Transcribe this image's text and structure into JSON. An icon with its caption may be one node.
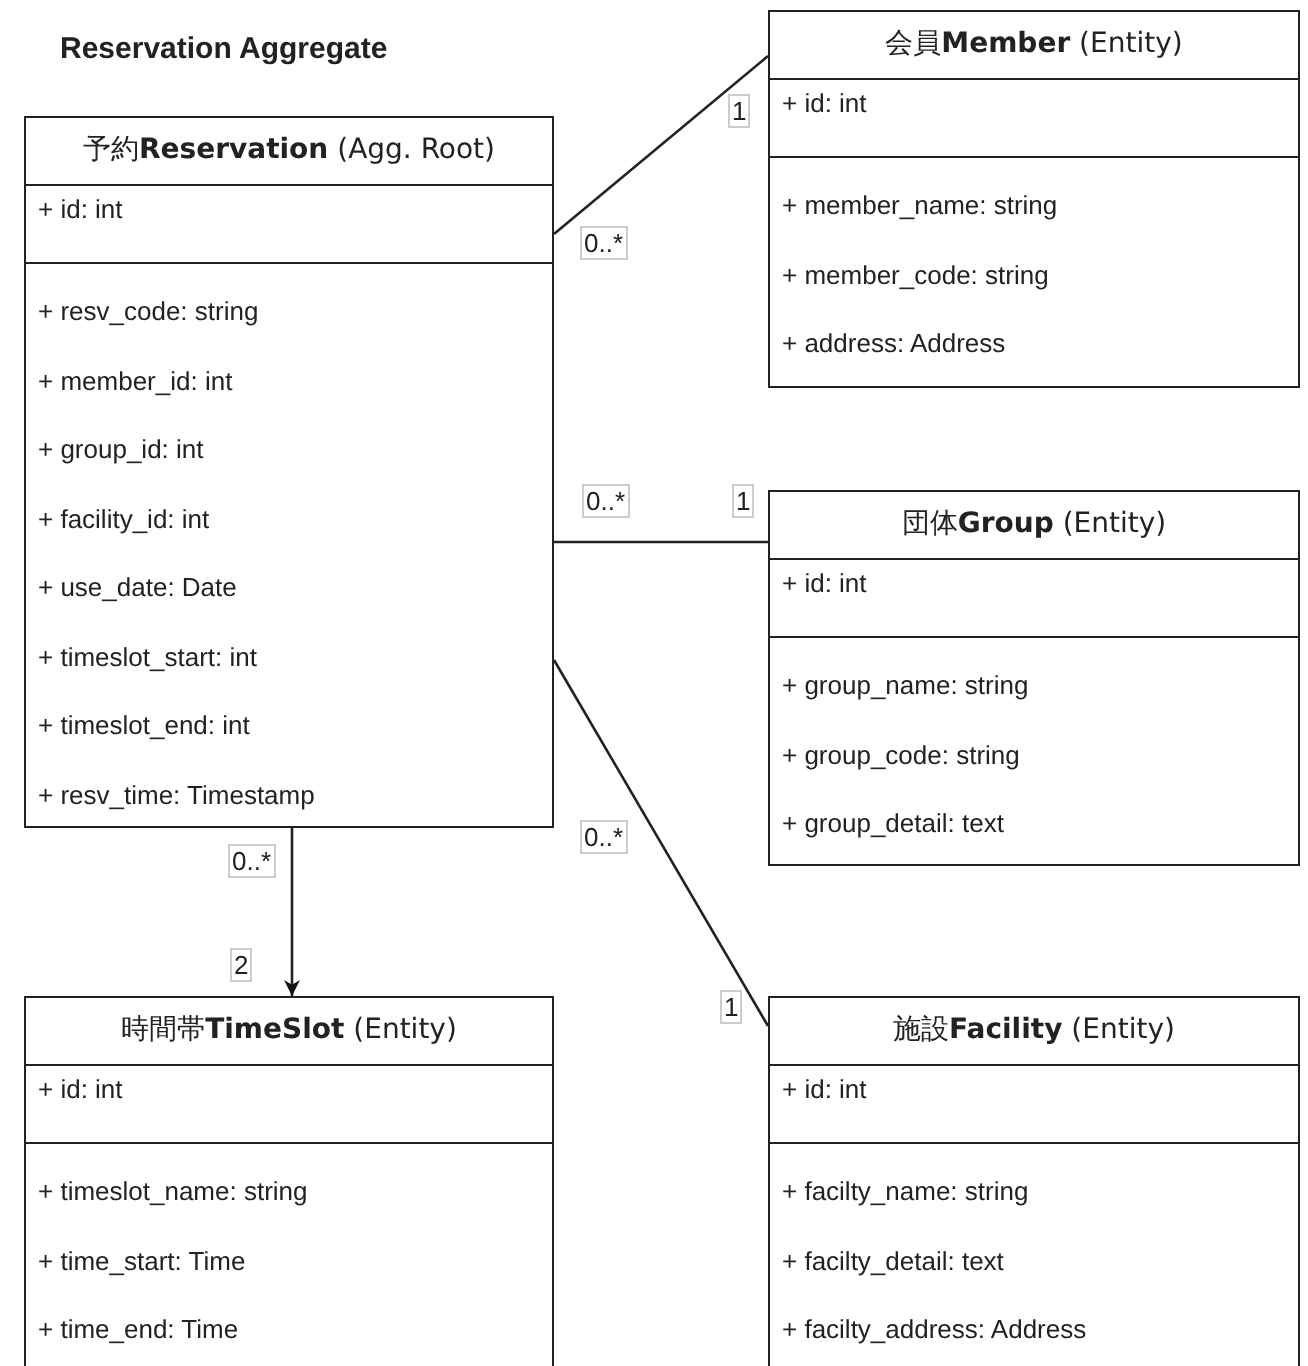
{
  "diagram": {
    "title": "Reservation Aggregate",
    "nodes": [
      {
        "text": [
          "予約**Reservation** (Agg. Root)",
          "+ id: int",
          "+ resv_code: string",
          "+ member_id: int",
          "+ group_id: int",
          "+ facility_id: int",
          "+ use_date: Date",
          "+ timeslot_start: int",
          "+ timeslot_end: int",
          "+ resv_time: Timestamp"
        ]
      },
      {
        "text": [
          "会員**Member** (Entity)",
          "+ id: int",
          "+ member_name: string",
          "+ member_code: string",
          "+ address: Address"
        ]
      },
      {
        "text": [
          "団体**Group** (Entity)",
          "+ id: int",
          "+ group_name: string",
          "+ group_code: string",
          "+ group_detail: text"
        ]
      },
      {
        "text": [
          "時間帯**TimeSlot** (Entity)",
          "+ id: int",
          "+ timeslot_name: string",
          "+ time_start: Time",
          "+ time_end: Time"
        ]
      },
      {
        "text": [
          "施設**Facility** (Entity)",
          "+ id: int",
          "+ facilty_name: string",
          "+ facilty_detail: text",
          "+ facilty_address: Address"
        ]
      }
    ],
    "edges": [
      {
        "from": 0,
        "to": 1,
        "arrow": "none"
      },
      {
        "from": 0,
        "to": 2,
        "arrow": "none"
      },
      {
        "from": 0,
        "to": 3,
        "arrow": "to"
      },
      {
        "from": 0,
        "to": 4,
        "arrow": "none"
      }
    ],
    "labels": [
      "1",
      "0..*",
      "0..*",
      "1",
      "0..*",
      "0..*",
      "2",
      "1"
    ]
  }
}
